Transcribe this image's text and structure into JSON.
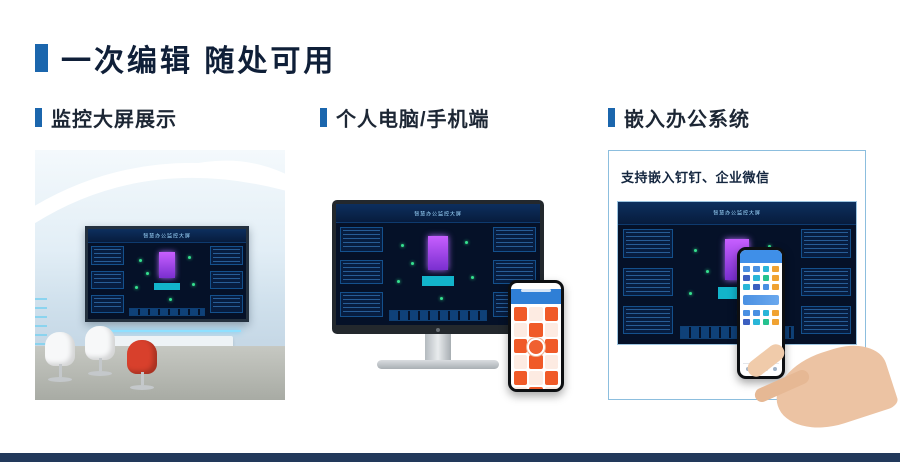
{
  "page": {
    "title": "一次编辑  随处可用"
  },
  "sections": {
    "bigscreen": {
      "label": "监控大屏展示"
    },
    "pc_mobile": {
      "label": "个人电脑/手机端"
    },
    "office": {
      "label": "嵌入办公系统",
      "note": "支持嵌入钉钉、企业微信"
    }
  },
  "dashboard": {
    "title": "智慧办公监控大屏"
  },
  "colors": {
    "accent_blue": "#1b66ad",
    "title_text": "#0f1f38",
    "footer_bar": "#22395b",
    "card_border": "#8cbede",
    "dashboard_bg": "#051128",
    "phone_tile_orange": "#f05a28"
  }
}
